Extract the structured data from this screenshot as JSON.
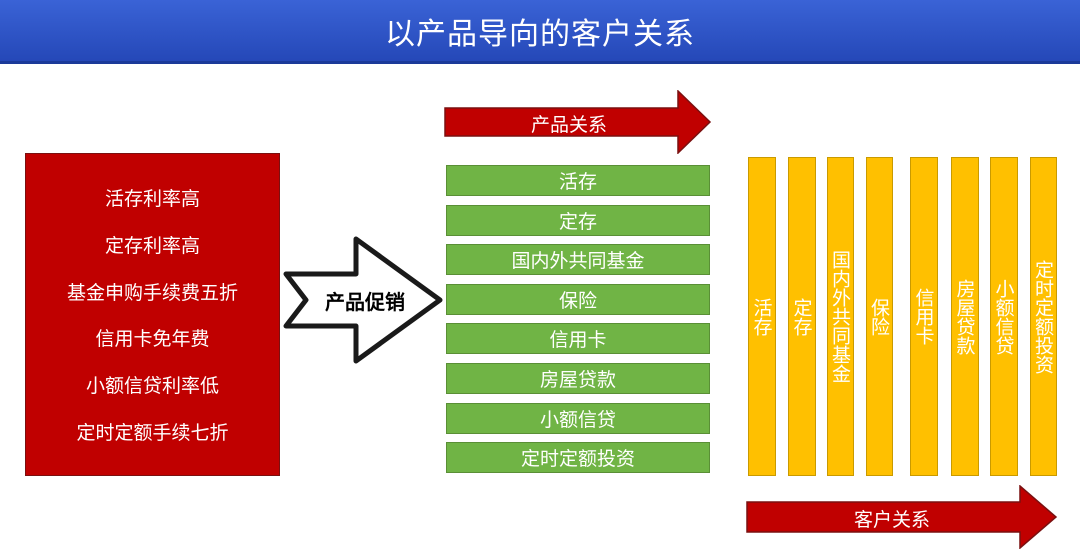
{
  "title": "以产品导向的客户关系",
  "promotions": [
    "活存利率高",
    "定存利率高",
    "基金申购手续费五折",
    "信用卡免年费",
    "小额信贷利率低",
    "定时定额手续七折"
  ],
  "promo_arrow_label": "产品促销",
  "product_banner": "产品关系",
  "products": [
    "活存",
    "定存",
    "国内外共同基金",
    "保险",
    "信用卡",
    "房屋贷款",
    "小额信贷",
    "定时定额投资"
  ],
  "customer_banner": "客户关系",
  "colors": {
    "title_bar": "#2f55c9",
    "red": "#c00000",
    "green": "#70b445",
    "yellow": "#ffc000"
  }
}
